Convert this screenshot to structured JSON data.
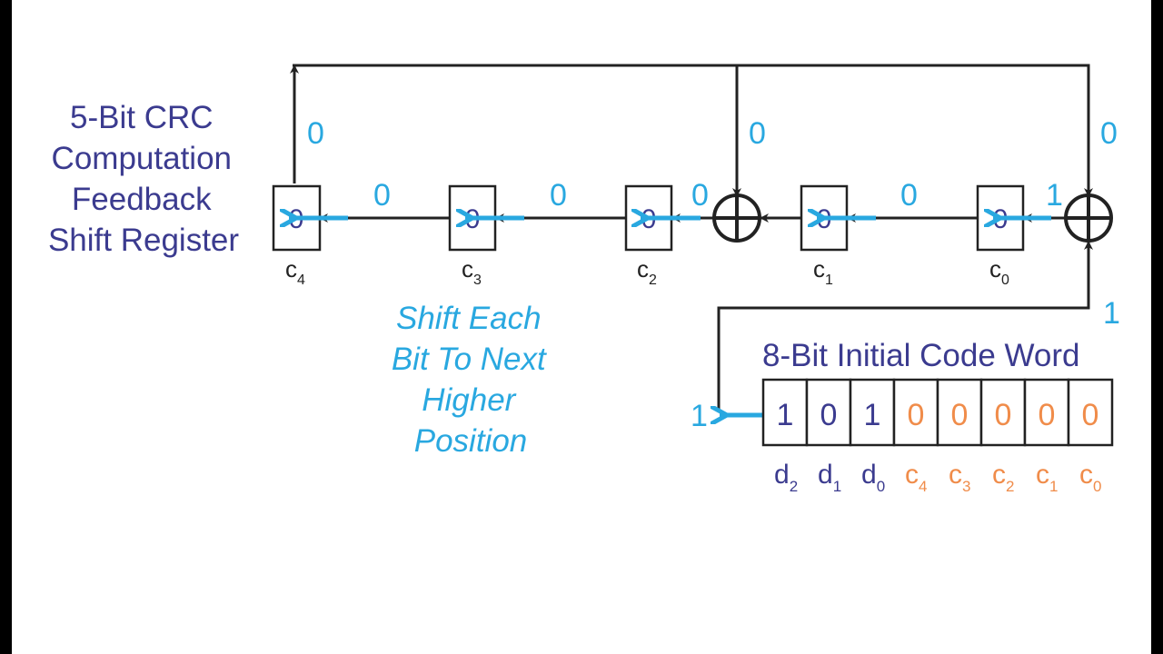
{
  "title": [
    "5-Bit CRC",
    "Computation",
    "Feedback",
    "Shift Register"
  ],
  "hint": [
    "Shift Each",
    "Bit To Next",
    "Higher",
    "Position"
  ],
  "registers": [
    {
      "label": "c",
      "sub": "4",
      "value": "0"
    },
    {
      "label": "c",
      "sub": "3",
      "value": "0"
    },
    {
      "label": "c",
      "sub": "2",
      "value": "0"
    },
    {
      "label": "c",
      "sub": "1",
      "value": "0"
    },
    {
      "label": "c",
      "sub": "0",
      "value": "0"
    }
  ],
  "wire_values": {
    "c4_out": "0",
    "feedback_tap": "0",
    "feedback_right": "0",
    "c3_to_c4": "0",
    "c2_to_c3": "0",
    "xor1_to_c2": "0",
    "c0_to_c1": "0",
    "xor0_to_c0": "1",
    "input_wire": "1",
    "input_bit": "1"
  },
  "codeword": {
    "title": "8-Bit Initial Code Word",
    "cells": [
      {
        "value": "1",
        "label": "d",
        "sub": "2",
        "kind": "data"
      },
      {
        "value": "0",
        "label": "d",
        "sub": "1",
        "kind": "data"
      },
      {
        "value": "1",
        "label": "d",
        "sub": "0",
        "kind": "data"
      },
      {
        "value": "0",
        "label": "c",
        "sub": "4",
        "kind": "check"
      },
      {
        "value": "0",
        "label": "c",
        "sub": "3",
        "kind": "check"
      },
      {
        "value": "0",
        "label": "c",
        "sub": "2",
        "kind": "check"
      },
      {
        "value": "0",
        "label": "c",
        "sub": "1",
        "kind": "check"
      },
      {
        "value": "0",
        "label": "c",
        "sub": "0",
        "kind": "check"
      }
    ]
  },
  "colors": {
    "title": "#3b3b8f",
    "highlight": "#29a8e0",
    "check_bits": "#f08c4a",
    "wires": "#222222"
  }
}
